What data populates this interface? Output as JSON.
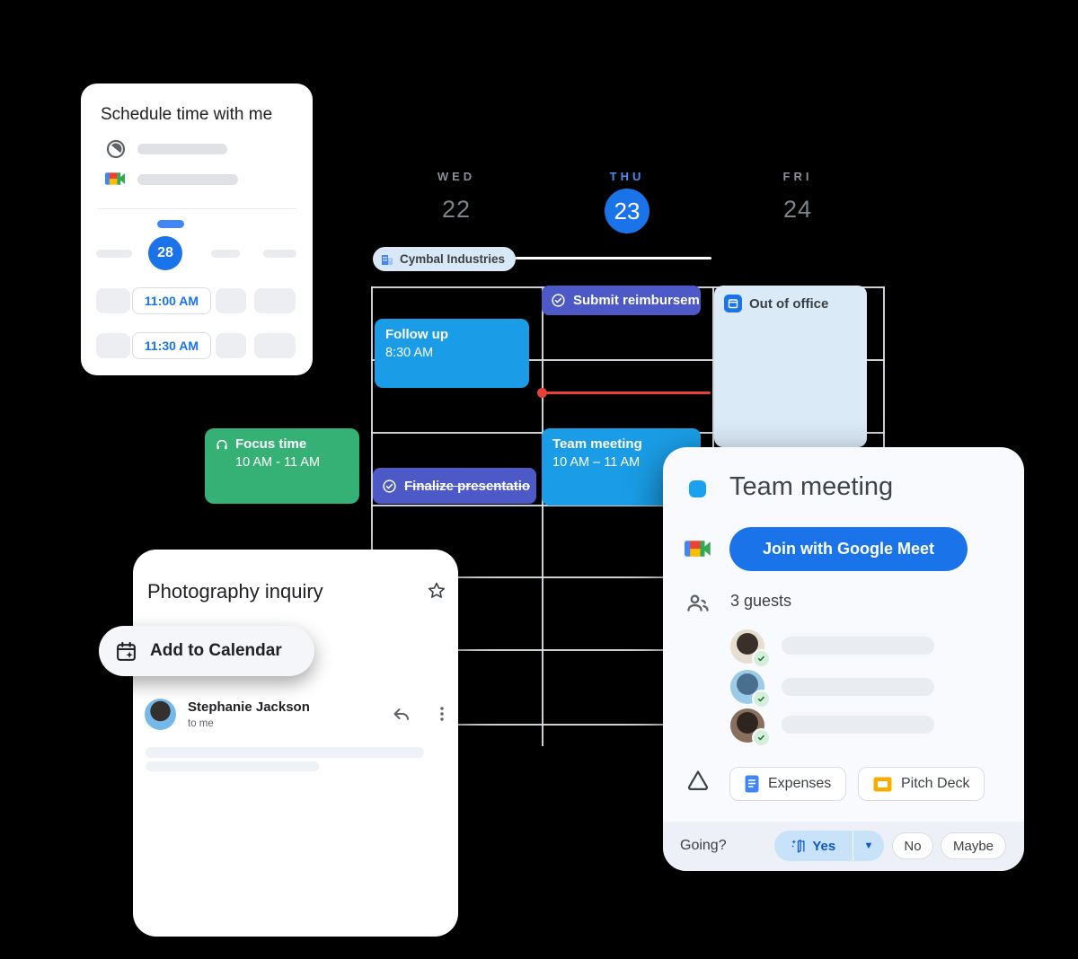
{
  "schedule_card": {
    "title": "Schedule time with me",
    "date": "28",
    "slots": [
      "11:00 AM",
      "11:30 AM"
    ]
  },
  "calendar": {
    "days": [
      {
        "label": "WED",
        "date": "22",
        "active": false
      },
      {
        "label": "THU",
        "date": "23",
        "active": true
      },
      {
        "label": "FRI",
        "date": "24",
        "active": false
      }
    ],
    "allday_chip": "Cymbal Industries",
    "events": {
      "follow_up": {
        "title": "Follow up",
        "time": "8:30 AM"
      },
      "submit": {
        "title": "Submit reimbursem"
      },
      "out_of_office": {
        "title": "Out of office"
      },
      "focus": {
        "title": "Focus time",
        "time": "10 AM - 11 AM"
      },
      "finalize": {
        "title": "Finalize presentatio"
      },
      "team": {
        "title": "Team meeting",
        "time": "10 AM – 11 AM"
      }
    }
  },
  "email_card": {
    "subject": "Photography inquiry",
    "add_to_calendar": "Add to Calendar",
    "sender": "Stephanie Jackson",
    "recipient": "to me"
  },
  "event_card": {
    "title": "Team meeting",
    "join_button": "Join with Google Meet",
    "guests_label": "3 guests",
    "attachments": [
      "Expenses",
      "Pitch Deck"
    ],
    "rsvp": {
      "label": "Going?",
      "yes": "Yes",
      "no": "No",
      "maybe": "Maybe"
    }
  },
  "colors": {
    "event_blue": "#1a9de6",
    "event_purple": "#4c59c6",
    "event_green": "#35b176",
    "out_of_office_bg": "#dbeaf7",
    "accent_blue": "#1a73e8",
    "now_line_red": "#e94235",
    "rsvp_yes_bg": "#c7e2f9"
  }
}
